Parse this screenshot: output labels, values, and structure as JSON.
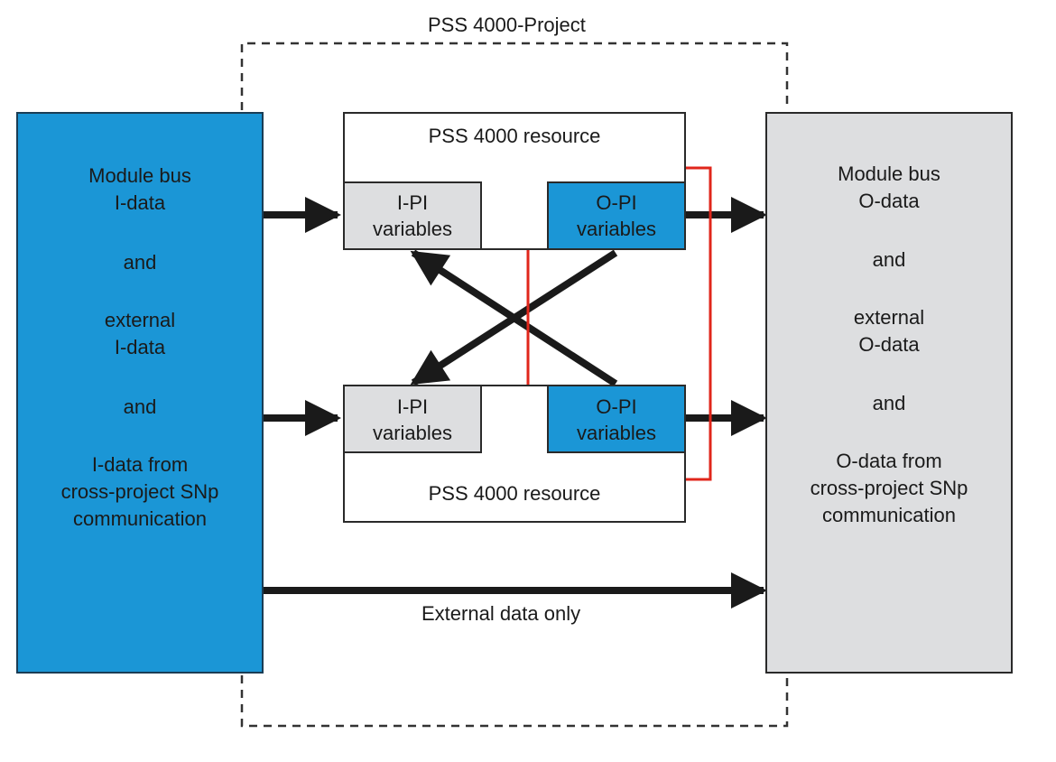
{
  "project": {
    "title": "PSS 4000-Project"
  },
  "left_block": {
    "color": "#1b96d6",
    "lines": [
      "Module bus",
      "I-data",
      "and",
      "external",
      "I-data",
      "and",
      "I-data from",
      "cross-project SNp",
      "communication"
    ]
  },
  "right_block": {
    "color": "#dddee0",
    "lines": [
      "Module bus",
      "O-data",
      "and",
      "external",
      "O-data",
      "and",
      "O-data from",
      "cross-project SNp",
      "communication"
    ]
  },
  "resources": [
    {
      "title": "PSS 4000 resource",
      "ipi": [
        "I-PI",
        "variables"
      ],
      "opi": [
        "O-PI",
        "variables"
      ]
    },
    {
      "title": "PSS 4000 resource",
      "ipi": [
        "I-PI",
        "variables"
      ],
      "opi": [
        "O-PI",
        "variables"
      ]
    }
  ],
  "bottom_arrow": {
    "label": "External data only"
  },
  "colors": {
    "accent_blue": "#1b96d6",
    "light_gray": "#dddee0",
    "highlight_red": "#e0261b",
    "line_dark": "#1a1a1a"
  }
}
